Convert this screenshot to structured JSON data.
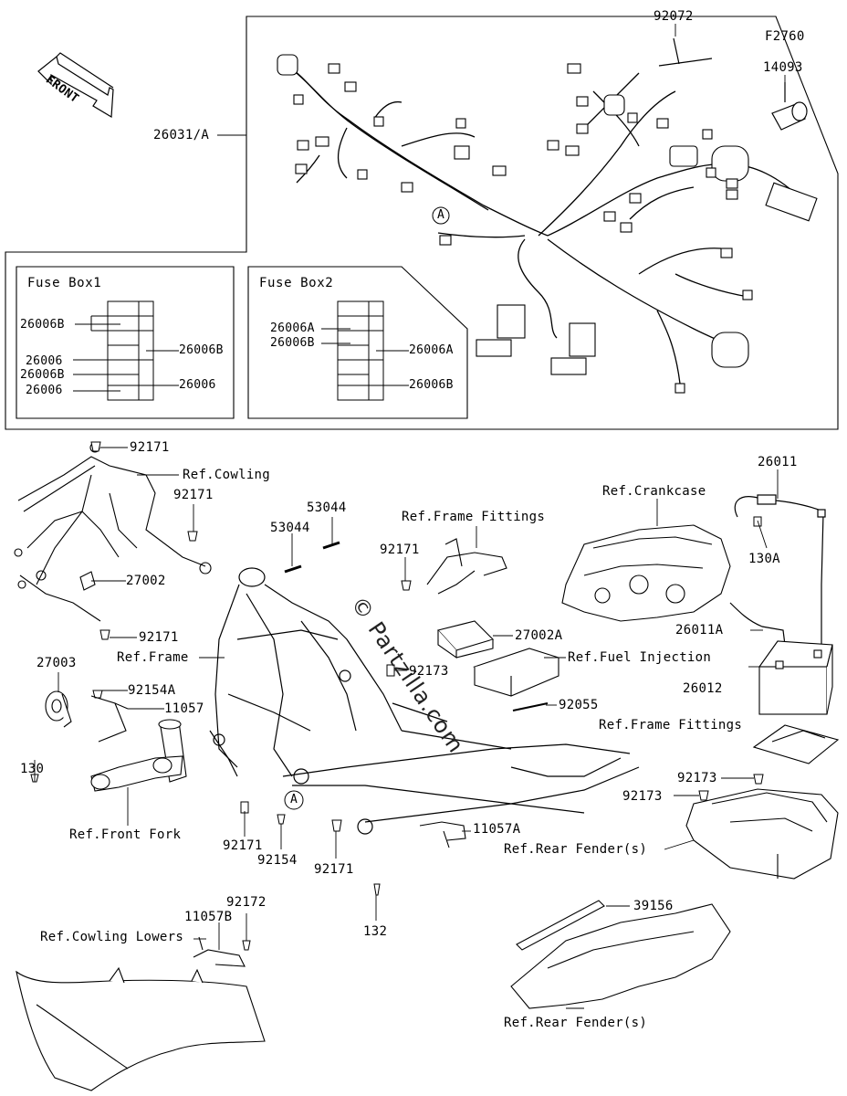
{
  "diagram_code": "F2760",
  "front_label": "FRONT",
  "watermark": "© Partzilla.com",
  "fuse_box_1": {
    "title": "Fuse Box1",
    "left_labels": [
      "26006B",
      "26006",
      "26006B",
      "26006"
    ],
    "right_labels": [
      "26006B",
      "26006"
    ]
  },
  "fuse_box_2": {
    "title": "Fuse Box2",
    "left_labels": [
      "26006A",
      "26006B"
    ],
    "right_labels": [
      "26006A",
      "26006B"
    ]
  },
  "harness": {
    "main_label": "26031/A",
    "connector_marker": "A"
  },
  "part_labels": {
    "p92072": "92072",
    "p14093": "14093",
    "p92171_a": "92171",
    "ref_cowling": "Ref.Cowling",
    "p92171_b": "92171",
    "p27002": "27002",
    "p92171_c": "92171",
    "ref_frame": "Ref.Frame",
    "p27003": "27003",
    "p92154A": "92154A",
    "p11057": "11057",
    "p130": "130",
    "ref_front_fork": "Ref.Front Fork",
    "p53044_a": "53044",
    "p53044_b": "53044",
    "ref_frame_fittings_a": "Ref.Frame Fittings",
    "p92171_d": "92171",
    "p27002A": "27002A",
    "ref_fuel_injection": "Ref.Fuel Injection",
    "p92173_a": "92173",
    "p92055": "92055",
    "ref_crankcase": "Ref.Crankcase",
    "p26011": "26011",
    "p130A": "130A",
    "p26011A": "26011A",
    "p26012": "26012",
    "ref_frame_fittings_b": "Ref.Frame Fittings",
    "p92173_b": "92173",
    "p92173_c": "92173",
    "ref_rear_fender_a": "Ref.Rear Fender(s)",
    "p11057A": "11057A",
    "p92171_e": "92171",
    "p92154": "92154",
    "p92171_f": "92171",
    "marker_a": "A",
    "p132": "132",
    "p92172": "92172",
    "p11057B": "11057B",
    "ref_cowling_lowers": "Ref.Cowling Lowers",
    "p39156": "39156",
    "ref_rear_fender_b": "Ref.Rear Fender(s)"
  }
}
